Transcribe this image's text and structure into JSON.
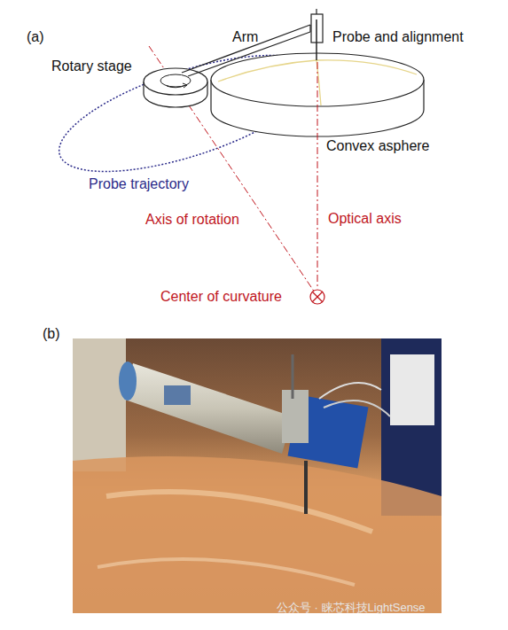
{
  "diagram": {
    "labels": [
      "(a)",
      "Arm",
      "Probe and alignment",
      "Rotary stage",
      "Convex asphere",
      "Probe trajectory",
      "Axis of rotation",
      "Optical axis",
      "Center of curvature",
      "(b)",
      "公众号 · 睐芯科技LightSense"
    ]
  }
}
